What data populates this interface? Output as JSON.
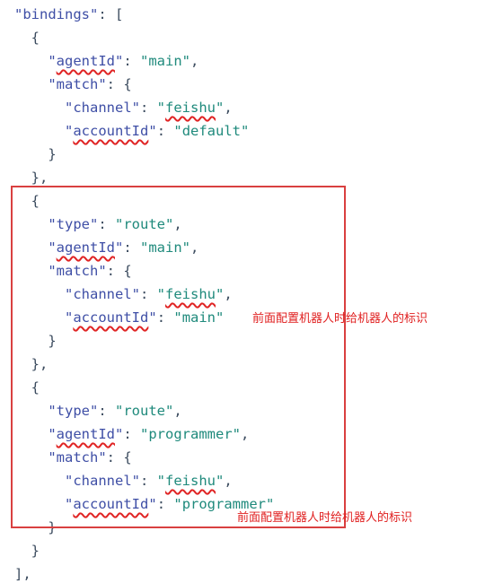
{
  "editor": {
    "lines": [
      [
        "\"bindings\"",
        ": ["
      ],
      [
        "{"
      ],
      [
        "\"agentId\"",
        ": ",
        "\"main\"",
        ","
      ],
      [
        "\"match\"",
        ": {"
      ],
      [
        "\"channel\"",
        ": ",
        "\"feishu\"",
        ","
      ],
      [
        "\"accountId\"",
        ": ",
        "\"default\""
      ],
      [
        "}"
      ],
      [
        "},"
      ],
      [
        "{"
      ],
      [
        "\"type\"",
        ": ",
        "\"route\"",
        ","
      ],
      [
        "\"agentId\"",
        ": ",
        "\"main\"",
        ","
      ],
      [
        "\"match\"",
        ": {"
      ],
      [
        "\"channel\"",
        ": ",
        "\"feishu\"",
        ","
      ],
      [
        "\"accountId\"",
        ": ",
        "\"main\""
      ],
      [
        "}"
      ],
      [
        "},"
      ],
      [
        "{"
      ],
      [
        "\"type\"",
        ": ",
        "\"route\"",
        ","
      ],
      [
        "\"agentId\"",
        ": ",
        "\"programmer\"",
        ","
      ],
      [
        "\"match\"",
        ": {"
      ],
      [
        "\"channel\"",
        ": ",
        "\"feishu\"",
        ","
      ],
      [
        "\"accountId\"",
        ": ",
        "\"programmer\""
      ],
      [
        "}"
      ],
      [
        "}"
      ],
      [
        "],"
      ]
    ],
    "highlight_color": "#d94040"
  },
  "annotations": {
    "note_1": "前面配置机器人时给机器人的标识",
    "note_2": "前面配置机器人时给机器人的标识",
    "text_color": "#e02020"
  }
}
